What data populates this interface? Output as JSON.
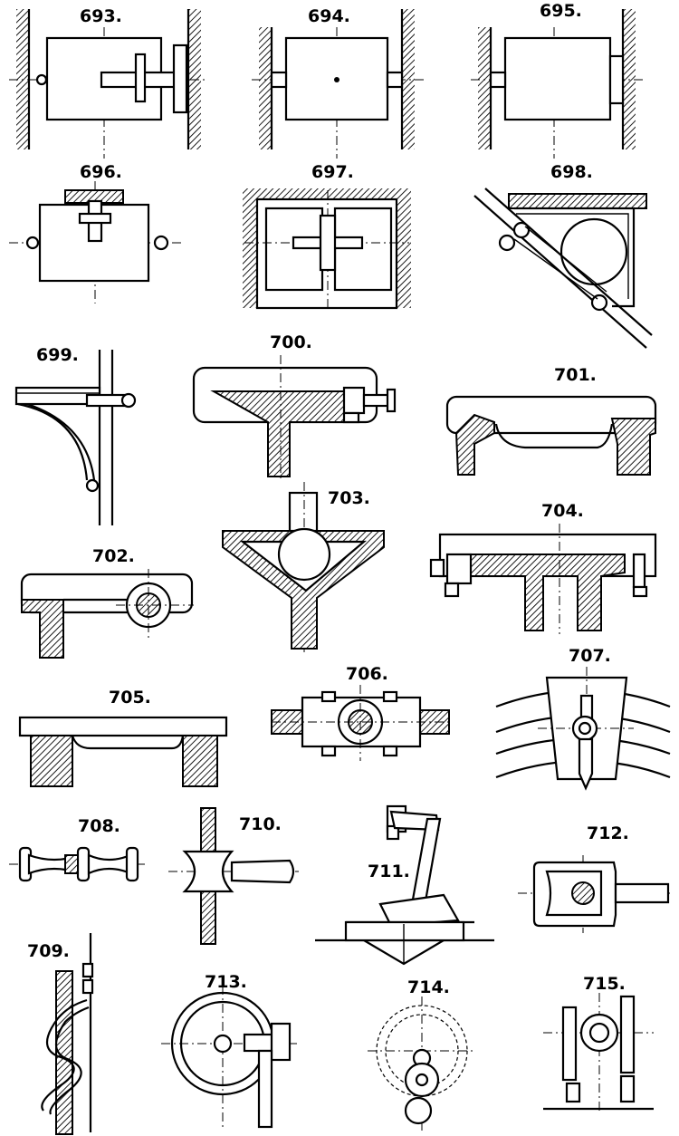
{
  "figures": [
    {
      "number": "693."
    },
    {
      "number": "694."
    },
    {
      "number": "695."
    },
    {
      "number": "696."
    },
    {
      "number": "697."
    },
    {
      "number": "698."
    },
    {
      "number": "699."
    },
    {
      "number": "700."
    },
    {
      "number": "701."
    },
    {
      "number": "702."
    },
    {
      "number": "703."
    },
    {
      "number": "704."
    },
    {
      "number": "705."
    },
    {
      "number": "706."
    },
    {
      "number": "707."
    },
    {
      "number": "708."
    },
    {
      "number": "709."
    },
    {
      "number": "710."
    },
    {
      "number": "711."
    },
    {
      "number": "712."
    },
    {
      "number": "713."
    },
    {
      "number": "714."
    },
    {
      "number": "715."
    }
  ]
}
